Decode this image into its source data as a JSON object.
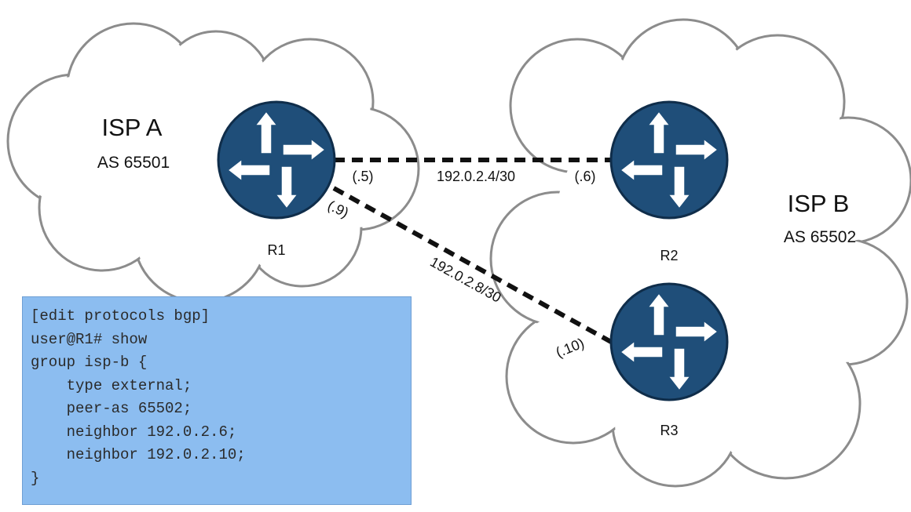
{
  "clouds": {
    "isp_a": {
      "title": "ISP A",
      "as": "AS 65501"
    },
    "isp_b": {
      "title": "ISP B",
      "as": "AS 65502"
    }
  },
  "routers": {
    "r1": {
      "label": "R1"
    },
    "r2": {
      "label": "R2"
    },
    "r3": {
      "label": "R3"
    }
  },
  "links": {
    "r1_r2": {
      "subnet": "192.0.2.4/30",
      "r1_iface": "(.5)",
      "r2_iface": "(.6)"
    },
    "r1_r3": {
      "subnet": "192.0.2.8/30",
      "r1_iface": "(.9)",
      "r3_iface": "(.10)"
    }
  },
  "config": {
    "lines": [
      "[edit protocols bgp]",
      "user@R1# show",
      "group isp-b {",
      "    type external;",
      "    peer-as 65502;",
      "    neighbor 192.0.2.6;",
      "    neighbor 192.0.2.10;",
      "}"
    ]
  },
  "colors": {
    "router": "#1f4e79",
    "config_background": "#8cbdf0",
    "cloud_outline": "#8c8c8c",
    "link": "#111111"
  }
}
